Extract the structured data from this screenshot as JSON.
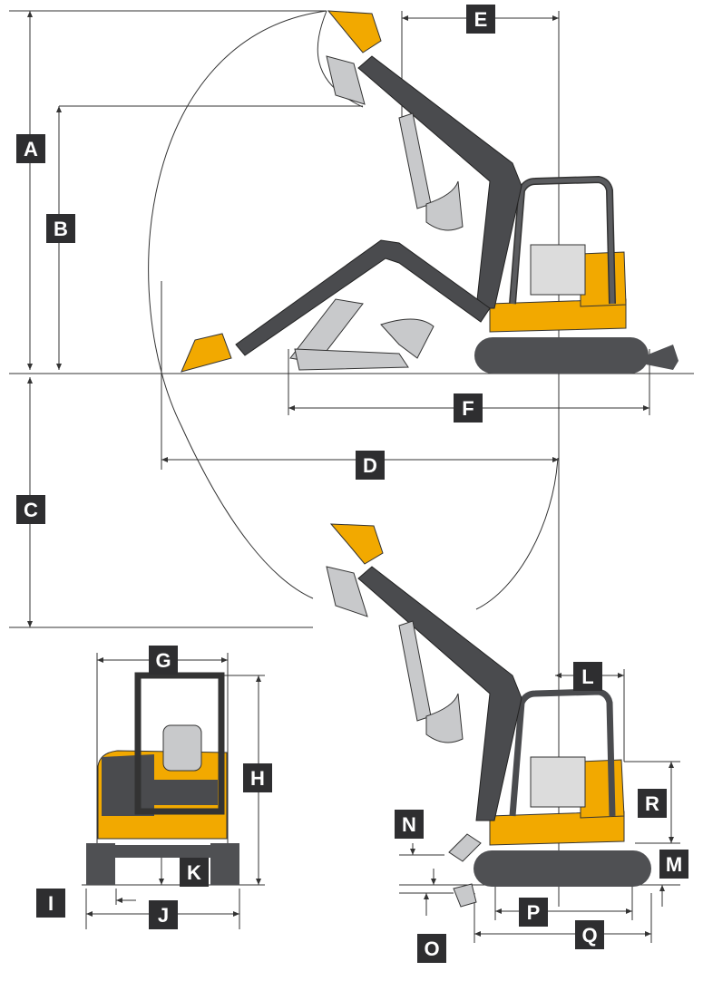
{
  "colors": {
    "background": "#ffffff",
    "dim_line": "#333333",
    "label_box": "#2e2e30",
    "label_text": "#ffffff",
    "machine_dark": "#4a4b4e",
    "machine_yellow": "#f2a900",
    "bucket_gray": "#c8c9cb",
    "track": "#4f5053"
  },
  "labels": {
    "A": "A",
    "B": "B",
    "C": "C",
    "D": "D",
    "E": "E",
    "F": "F",
    "G": "G",
    "H": "H",
    "I": "I",
    "J": "J",
    "K": "K",
    "L": "L",
    "M": "M",
    "N": "N",
    "O": "O",
    "P": "P",
    "Q": "Q",
    "R": "R"
  },
  "views": {
    "side_top": "excavator-side-reach",
    "front": "excavator-front",
    "side_bottom": "excavator-side-transport"
  }
}
